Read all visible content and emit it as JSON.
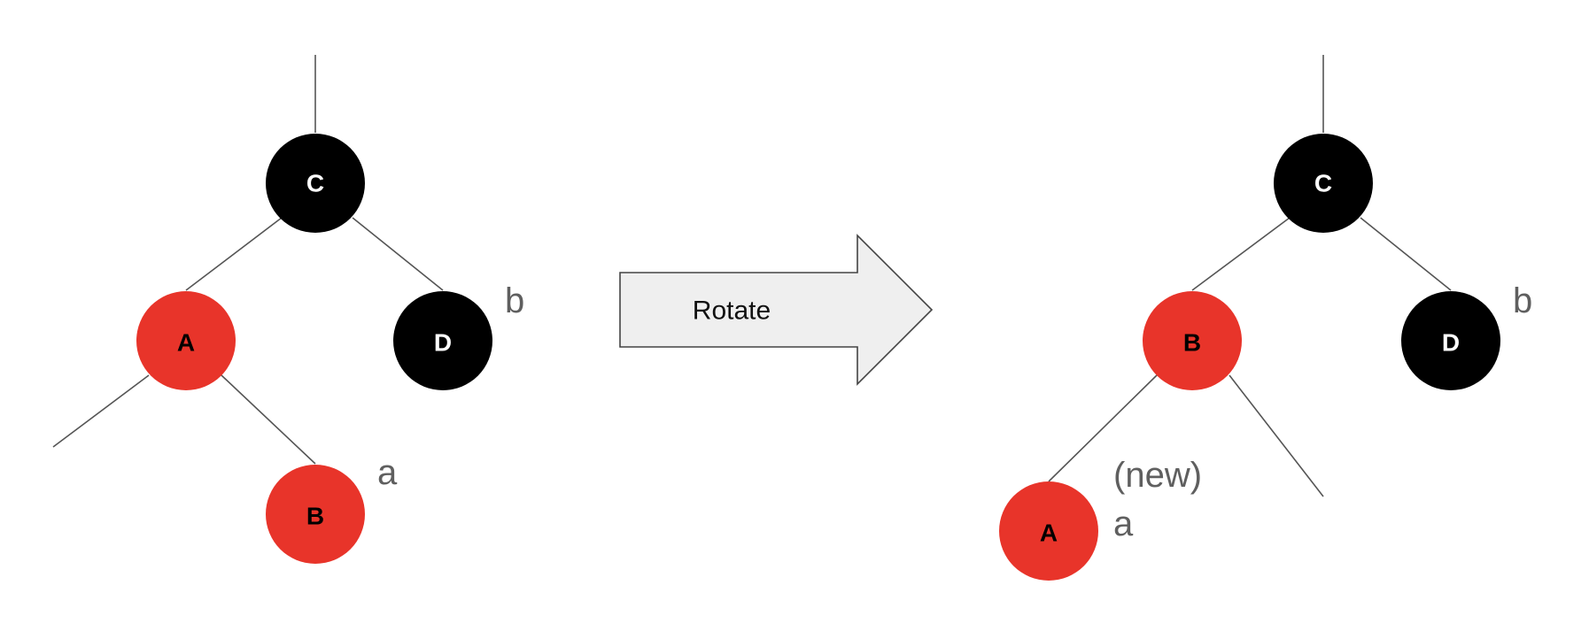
{
  "colors": {
    "red": "#e8342a",
    "black": "#000000",
    "edge": "#555555",
    "arrow_fill": "#efefef",
    "arrow_stroke": "#444444"
  },
  "before": {
    "nodes": {
      "C": {
        "label": "C",
        "color": "black"
      },
      "A": {
        "label": "A",
        "color": "red"
      },
      "D": {
        "label": "D",
        "color": "black"
      },
      "B": {
        "label": "B",
        "color": "red"
      }
    },
    "annotations": {
      "d_mark": "b",
      "b_mark": "a"
    }
  },
  "arrow": {
    "label": "Rotate"
  },
  "after": {
    "nodes": {
      "C": {
        "label": "C",
        "color": "black"
      },
      "B": {
        "label": "B",
        "color": "red"
      },
      "D": {
        "label": "D",
        "color": "black"
      },
      "A": {
        "label": "A",
        "color": "red"
      }
    },
    "annotations": {
      "d_mark": "b",
      "new_mark": "(new)",
      "a_mark": "a"
    }
  }
}
